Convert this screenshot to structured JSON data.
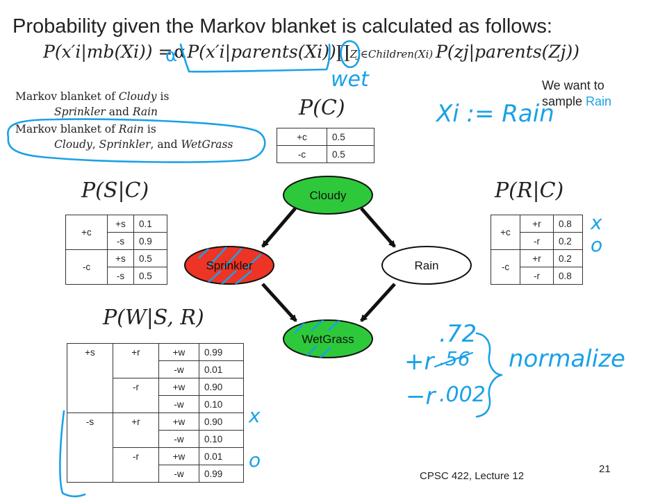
{
  "slide": {
    "title": "Probability given the Markov blanket is calculated as follows:",
    "equation": {
      "lhs": "P(x′i|mb(Xi)) =",
      "alpha": "α",
      "factor1": "P(x′i|parents(Xi))",
      "product": "∏",
      "product_sub": "Zj∈Children(Xi)",
      "factor2": "P(zj|parents(Zj))"
    },
    "markov_blanket": {
      "line1": [
        "Markov blanket of ",
        "Cloudy",
        " is"
      ],
      "line2": [
        "Sprinkler",
        " and ",
        "Rain"
      ],
      "line3": [
        "Markov blanket of ",
        "Rain",
        " is"
      ],
      "line4": [
        "Cloudy",
        ", ",
        "Sprinkler",
        ", and ",
        "WetGrass"
      ]
    },
    "we_want": {
      "line1": "We want to",
      "line2_prefix": "sample ",
      "line2_highlight": "Rain"
    },
    "footer": "CPSC 422, Lecture 12",
    "page_number": "21",
    "colors": {
      "node_green": "#2ec93a",
      "node_red": "#ee3424",
      "ink_blue": "#1aa1e6",
      "text": "#222222"
    }
  },
  "network": {
    "nodes": {
      "cloudy": "Cloudy",
      "sprinkler": "Sprinkler",
      "rain": "Rain",
      "wetgrass": "WetGrass"
    }
  },
  "cpts": {
    "pc": {
      "title": "P(C)",
      "rows": [
        [
          "+c",
          "0.5"
        ],
        [
          "-c",
          "0.5"
        ]
      ]
    },
    "psc": {
      "title": "P(S|C)",
      "groups": [
        {
          "parent": "+c",
          "rows": [
            [
              "+s",
              "0.1"
            ],
            [
              "-s",
              "0.9"
            ]
          ]
        },
        {
          "parent": "-c",
          "rows": [
            [
              "+s",
              "0.5"
            ],
            [
              "-s",
              "0.5"
            ]
          ]
        }
      ]
    },
    "prc": {
      "title": "P(R|C)",
      "groups": [
        {
          "parent": "+c",
          "rows": [
            [
              "+r",
              "0.8"
            ],
            [
              "-r",
              "0.2"
            ]
          ]
        },
        {
          "parent": "-c",
          "rows": [
            [
              "+r",
              "0.2"
            ],
            [
              "-r",
              "0.8"
            ]
          ]
        }
      ]
    },
    "pwsr": {
      "title": "P(W|S, R)",
      "groups": [
        {
          "s": "+s",
          "subgroups": [
            {
              "r": "+r",
              "rows": [
                [
                  "+w",
                  "0.99"
                ],
                [
                  "-w",
                  "0.01"
                ]
              ]
            },
            {
              "r": "-r",
              "rows": [
                [
                  "+w",
                  "0.90"
                ],
                [
                  "-w",
                  "0.10"
                ]
              ]
            }
          ]
        },
        {
          "s": "-s",
          "subgroups": [
            {
              "r": "+r",
              "rows": [
                [
                  "+w",
                  "0.90"
                ],
                [
                  "-w",
                  "0.10"
                ]
              ]
            },
            {
              "r": "-r",
              "rows": [
                [
                  "+w",
                  "0.01"
                ],
                [
                  "-w",
                  "0.99"
                ]
              ]
            }
          ]
        }
      ]
    }
  },
  "annotations": {
    "alpha": "α",
    "wet": "wet",
    "xi_rain": "Xi := Rain",
    "r_values": "x\no",
    "w_values": "x\no",
    "num_72": ".72",
    "plus_r": "+r",
    "num_56": ".56",
    "minus_r": "−r",
    "num_002": ".002",
    "normalize": "normalize"
  }
}
